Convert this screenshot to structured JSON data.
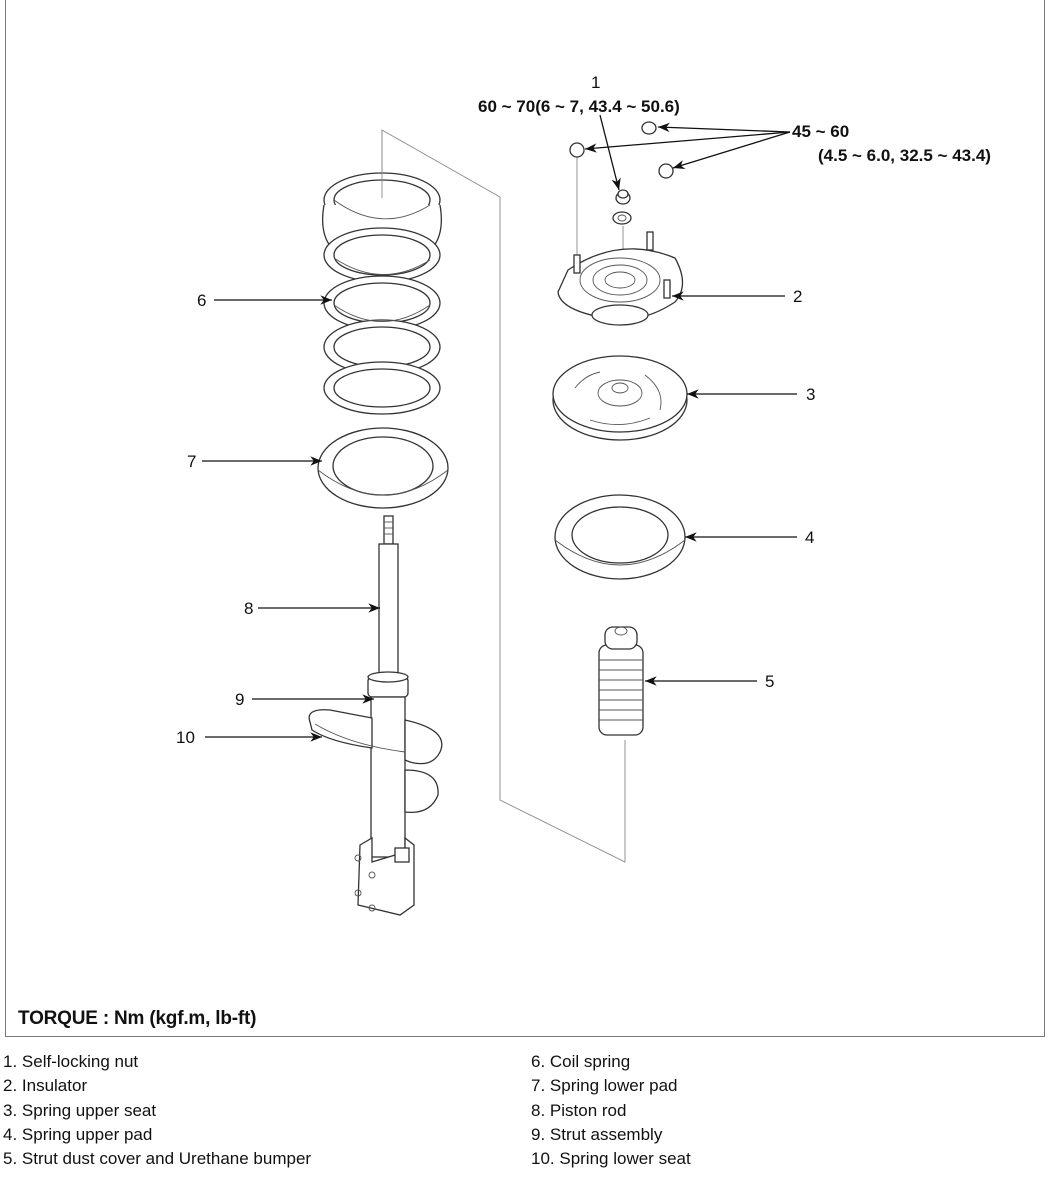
{
  "callouts": {
    "c1": {
      "number": "1",
      "torque": "60 ~ 70(6 ~ 7, 43.4 ~ 50.6)"
    },
    "nuts": {
      "torque_line1": "45 ~ 60",
      "torque_line2": "(4.5 ~ 6.0, 32.5 ~ 43.4)"
    },
    "c2": "2",
    "c3": "3",
    "c4": "4",
    "c5": "5",
    "c6": "6",
    "c7": "7",
    "c8": "8",
    "c9": "9",
    "c10": "10"
  },
  "torque_unit_note": "TORQUE : Nm (kgf.m, lb-ft)",
  "legend": {
    "left": [
      "1. Self-locking nut",
      "2. Insulator",
      "3. Spring upper seat",
      "4. Spring upper pad",
      "5. Strut dust cover and Urethane bumper"
    ],
    "right": [
      "6. Coil spring",
      "7. Spring lower pad",
      "8. Piston rod",
      "9. Strut assembly",
      "10. Spring lower seat"
    ]
  }
}
